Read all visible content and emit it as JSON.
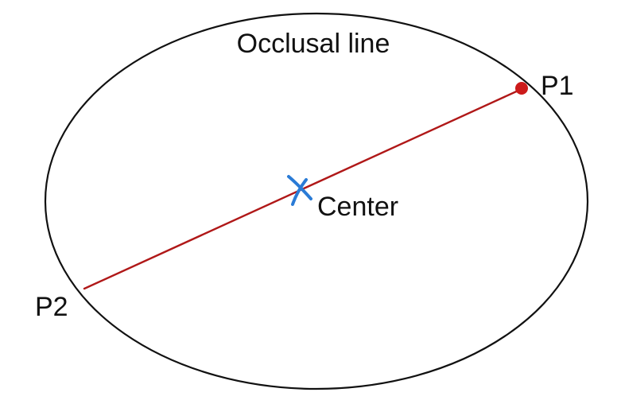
{
  "diagram": {
    "title": "Occlusal line",
    "points": {
      "p1": "P1",
      "p2": "P2",
      "center": "Center"
    },
    "colors": {
      "outline": "#111111",
      "chord": "#b01818",
      "p1_marker": "#cc1a1a",
      "center_marker": "#2a7bd6",
      "background": "#ffffff"
    },
    "markers": {
      "p1": "dot",
      "center": "cross-mark"
    }
  }
}
